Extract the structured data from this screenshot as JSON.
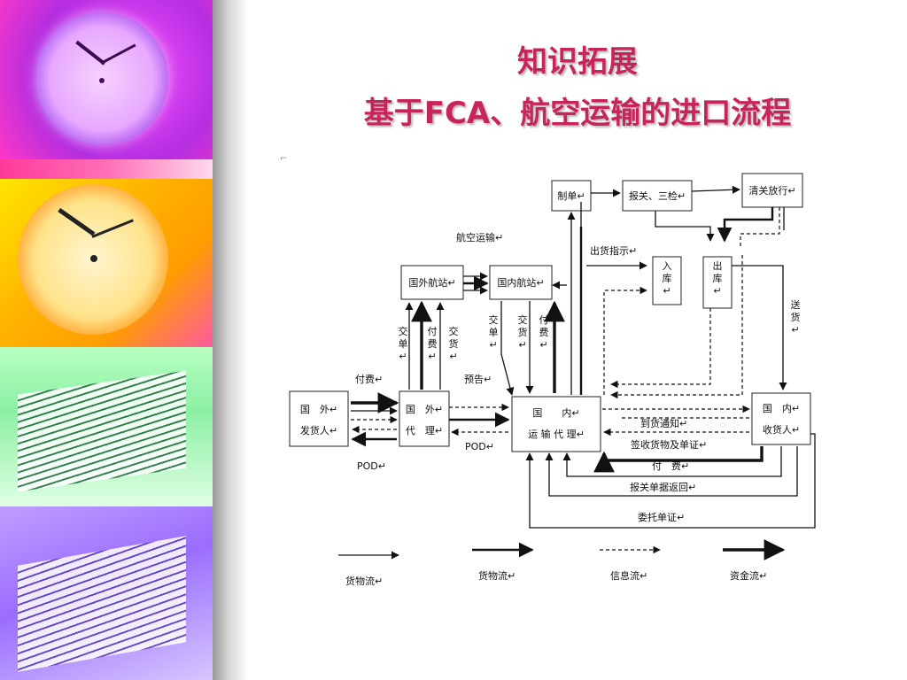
{
  "title": {
    "line1": "知识拓展",
    "line2": "基于FCA、航空运输的进口流程"
  },
  "corner_mark": "⌐",
  "diagram": {
    "nodes": {
      "zhidan": "制单↵",
      "baoguan": "报关、三检↵",
      "qingguan": "清关放行↵",
      "guowai_hangzhan": "国外航站↵",
      "guonei_hangzhan": "国内航站↵",
      "ruku": [
        "入",
        "库",
        "↵"
      ],
      "chuku": [
        "出",
        "库",
        "↵"
      ],
      "guowai_fahuoren": [
        "国　外↵",
        "发货人↵"
      ],
      "guowai_daili": [
        "国　外↵",
        "代　理↵"
      ],
      "guonei_daili": [
        "国　　内↵",
        "运 输 代 理↵"
      ],
      "guonei_shouhuoren": [
        "国　内↵",
        "收货人↵"
      ]
    },
    "labels": {
      "hangkong_yunshu": "航空运输↵",
      "chuhuo_zhishi": "出货指示↵",
      "songhuo": [
        "送",
        "货",
        "↵"
      ],
      "jiaodan_1": [
        "交",
        "单",
        "↵"
      ],
      "fufei_1": [
        "付",
        "费",
        "↵"
      ],
      "jiaohuo_1": [
        "交",
        "货",
        "↵"
      ],
      "jiaodan_2": [
        "交",
        "单",
        "↵"
      ],
      "jiaohuo_2": [
        "交",
        "货",
        "↵"
      ],
      "fufei_2": [
        "付",
        "费",
        "↵"
      ],
      "fufei_left": "付费↵",
      "yugao": "预告↵",
      "pod_1": "POD↵",
      "pod_2": "POD↵",
      "daohuo_tongzhi": "到货通知↵",
      "qianshou": "签收货物及单证↵",
      "fu_fei": "付　费↵",
      "baoguan_fanhui": "报关单据返回↵",
      "weituo_danzheng": "委托单证↵"
    },
    "legend": [
      {
        "label": "货物流↵",
        "style": "thin"
      },
      {
        "label": "货物流↵",
        "style": "medium"
      },
      {
        "label": "信息流↵",
        "style": "dashed"
      },
      {
        "label": "资金流↵",
        "style": "thick"
      }
    ]
  },
  "colors": {
    "title": "#c8245c"
  }
}
